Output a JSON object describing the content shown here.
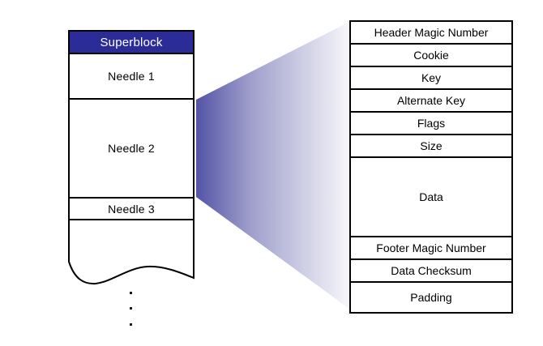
{
  "store_file": {
    "superblock_label": "Superblock",
    "needles": [
      {
        "label": "Needle 1"
      },
      {
        "label": "Needle 2"
      },
      {
        "label": "Needle 3"
      }
    ],
    "ellipsis": "continues"
  },
  "needle_detail": {
    "fields": [
      "Header Magic Number",
      "Cookie",
      "Key",
      "Alternate Key",
      "Flags",
      "Size",
      "Data",
      "Footer Magic Number",
      "Data Checksum",
      "Padding"
    ]
  },
  "colors": {
    "superblock_fill": "#2c2c99",
    "beam_start": "#5353a6",
    "beam_mid": "#9e9ecb",
    "beam_end": "#f7f7fb",
    "outline": "#000000"
  }
}
